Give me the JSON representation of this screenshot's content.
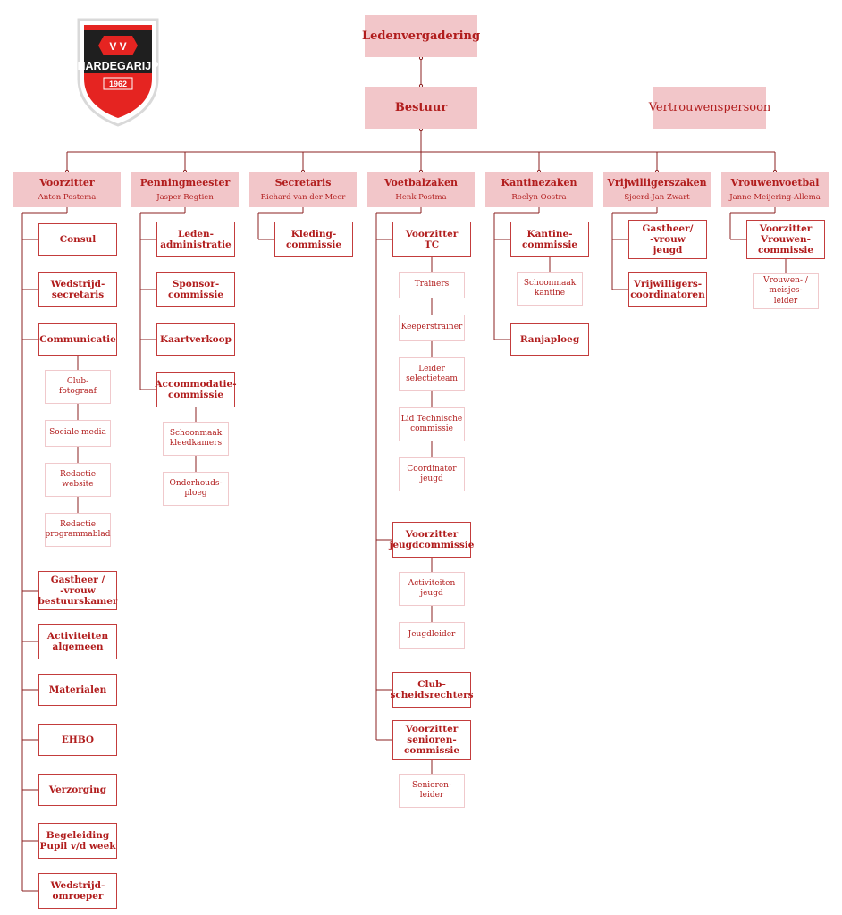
{
  "brand": {
    "logo_text": "V V",
    "club_name": "HARDEGARIJP",
    "founded": "1962",
    "colors": {
      "red": "#e52421",
      "black": "#1f1f1f"
    }
  },
  "colors": {
    "box_fill": "#f2c6c9",
    "text": "#b11d1d",
    "sub_border": "#c33c3c",
    "leaf_border": "#f0c9cc",
    "line": "#8b2020"
  },
  "top": {
    "general_meeting": "Ledenvergadering",
    "board": "Bestuur",
    "trustee": "Vertrouwenspersoon"
  },
  "columns": [
    {
      "title": "Voorzitter",
      "person": "Anton Postema",
      "committees": [
        {
          "label": "Consul",
          "subs": []
        },
        {
          "label": "Wedstrijd-\nsecretaris",
          "subs": []
        },
        {
          "label": "Communicatie",
          "subs": [
            "Club-\nfotograaf",
            "Sociale media",
            "Redactie\nwebsite",
            "Redactie\nprogrammablad"
          ]
        },
        {
          "label": "Gastheer /\n-vrouw\nbestuurskamer",
          "subs": []
        },
        {
          "label": "Activiteiten\nalgemeen",
          "subs": []
        },
        {
          "label": "Materialen",
          "subs": []
        },
        {
          "label": "EHBO",
          "subs": []
        },
        {
          "label": "Verzorging",
          "subs": []
        },
        {
          "label": "Begeleiding\nPupil v/d week",
          "subs": []
        },
        {
          "label": "Wedstrijd-\nomroeper",
          "subs": []
        }
      ]
    },
    {
      "title": "Penningmeester",
      "person": "Jasper Regtien",
      "committees": [
        {
          "label": "Leden-\nadministratie",
          "subs": []
        },
        {
          "label": "Sponsor-\ncommissie",
          "subs": []
        },
        {
          "label": "Kaartverkoop",
          "subs": []
        },
        {
          "label": "Accommodatie-\ncommissie",
          "subs": [
            "Schoonmaak\nkleedkamers",
            "Onderhouds-\nploeg"
          ]
        }
      ]
    },
    {
      "title": "Secretaris",
      "person": "Richard van der Meer",
      "committees": [
        {
          "label": "Kleding-\ncommissie",
          "subs": []
        }
      ]
    },
    {
      "title": "Voetbalzaken",
      "person": "Henk Postma",
      "committees": [
        {
          "label": "Voorzitter\nTC",
          "subs": [
            "Trainers",
            "Keeperstrainer",
            "Leider\nselectieteam",
            "Lid Technische\ncommissie",
            "Coordinator\njeugd"
          ]
        },
        {
          "label": "Voorzitter\njeugdcommissie",
          "subs": [
            "Activiteiten\njeugd",
            "Jeugdleider"
          ]
        },
        {
          "label": "Club-\nscheidsrechters",
          "subs": []
        },
        {
          "label": "Voorzitter\nsenioren-\ncommissie",
          "subs": [
            "Senioren-\nleider"
          ]
        }
      ]
    },
    {
      "title": "Kantinezaken",
      "person": "Roelyn Oostra",
      "committees": [
        {
          "label": "Kantine-\ncommissie",
          "subs": [
            "Schoonmaak\nkantine"
          ]
        },
        {
          "label": "Ranjaploeg",
          "subs": []
        }
      ]
    },
    {
      "title": "Vrijwilligerszaken",
      "person": "Sjoerd-Jan Zwart",
      "committees": [
        {
          "label": "Gastheer/\n-vrouw\njeugd",
          "subs": []
        },
        {
          "label": "Vrijwilligers-\ncoordinatoren",
          "subs": []
        }
      ]
    },
    {
      "title": "Vrouwenvoetbal",
      "person": "Janne Meijering-Allema",
      "committees": [
        {
          "label": "Voorzitter\nVrouwen-\ncommissie",
          "subs": [
            "Vrouwen- /\nmeisjes-\nleider"
          ]
        }
      ]
    }
  ]
}
